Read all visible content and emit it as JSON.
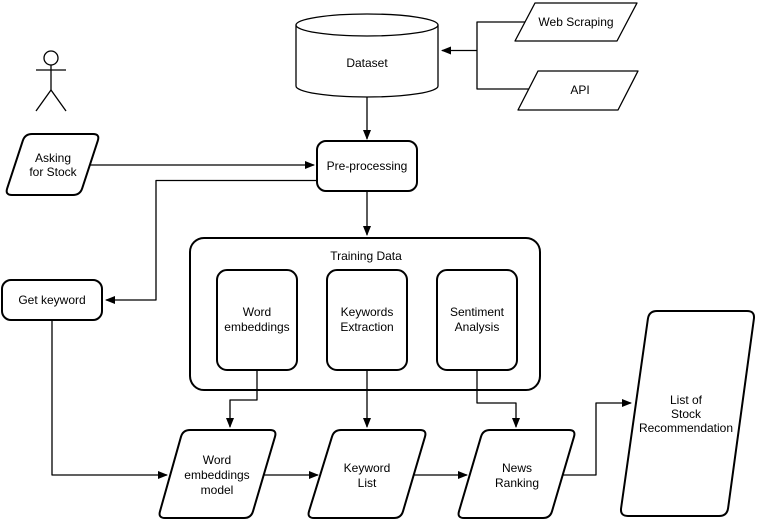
{
  "diagram": {
    "colors": {
      "background": "#ffffff",
      "shape_fill": "#ffffff",
      "stroke": "#000000",
      "text": "#000000"
    },
    "nodes": {
      "dataset": {
        "label": "Dataset"
      },
      "web_scraping": {
        "label": "Web Scraping"
      },
      "api": {
        "label": "API"
      },
      "asking_for_stock": {
        "lines": [
          "Asking",
          "for Stock"
        ]
      },
      "pre_processing": {
        "label": "Pre-processing"
      },
      "training_data": {
        "label": "Training Data"
      },
      "word_embeddings": {
        "lines": [
          "Word",
          "embeddings"
        ]
      },
      "keywords_extraction": {
        "lines": [
          "Keywords",
          "Extraction"
        ]
      },
      "sentiment_analysis": {
        "lines": [
          "Sentiment",
          "Analysis"
        ]
      },
      "get_keyword": {
        "label": "Get keyword"
      },
      "word_embeddings_model": {
        "lines": [
          "Word",
          "embeddings",
          "model"
        ]
      },
      "keyword_list": {
        "lines": [
          "Keyword",
          "List"
        ]
      },
      "news_ranking": {
        "lines": [
          "News",
          "Ranking"
        ]
      },
      "list_of_stock_recommendation": {
        "lines": [
          "List of",
          "Stock",
          "Recommendation"
        ]
      }
    }
  }
}
